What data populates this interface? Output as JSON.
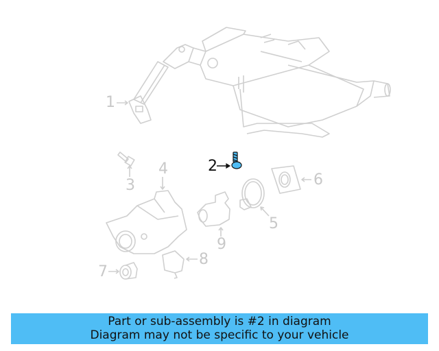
{
  "diagram": {
    "highlight_color": "#4fbdf5",
    "line_color": "#c8c8c8",
    "active_label_color": "#111111",
    "callouts": [
      {
        "number": "1",
        "part": "steering-column-shaft",
        "highlighted": false
      },
      {
        "number": "2",
        "part": "bolt",
        "highlighted": true
      },
      {
        "number": "3",
        "part": "bolt",
        "highlighted": false
      },
      {
        "number": "4",
        "part": "ignition-lock-housing",
        "highlighted": false
      },
      {
        "number": "5",
        "part": "antenna-ring",
        "highlighted": false
      },
      {
        "number": "6",
        "part": "bezel",
        "highlighted": false
      },
      {
        "number": "7",
        "part": "lock-cylinder-cap",
        "highlighted": false
      },
      {
        "number": "8",
        "part": "switch",
        "highlighted": false
      },
      {
        "number": "9",
        "part": "lock-cylinder",
        "highlighted": false
      }
    ]
  },
  "banner": {
    "line1": "Part or sub-assembly is #2 in diagram",
    "line2": "Diagram may not be specific to your vehicle",
    "background": "#4fbdf5"
  }
}
